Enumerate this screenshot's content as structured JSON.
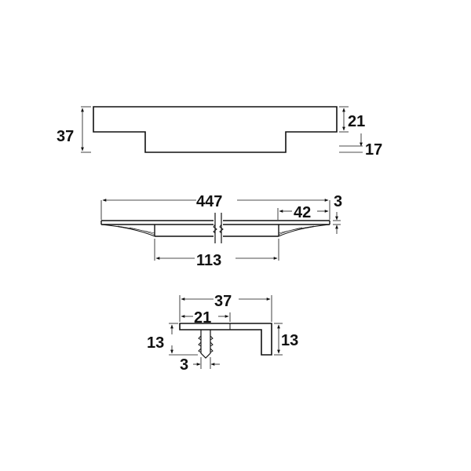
{
  "diagram": {
    "type": "technical drawing (furniture handle)",
    "views": {
      "top_view": {
        "dimensions": {
          "total_height": "37",
          "flange_height": "21",
          "body_offset": "17"
        }
      },
      "front_view": {
        "dimensions": {
          "total_length": "447",
          "end_taper_length": "42",
          "thickness": "3",
          "center_section": "113"
        }
      },
      "side_view": {
        "dimensions": {
          "depth": "37",
          "screw_position": "21",
          "left_height": "13",
          "right_height": "13",
          "screw_diameter": "3"
        }
      }
    },
    "colors": {
      "line": "#111111",
      "background": "#ffffff"
    }
  }
}
